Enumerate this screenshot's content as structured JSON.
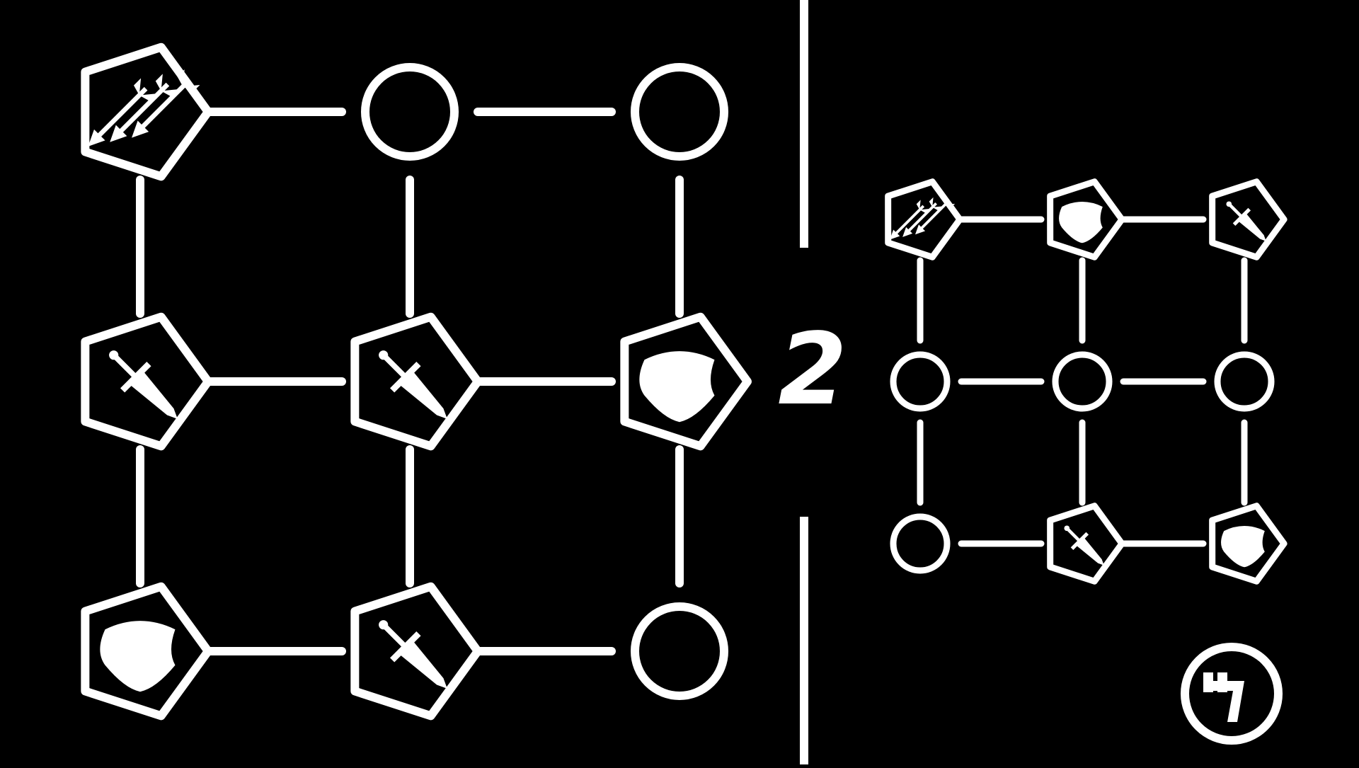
{
  "colors": {
    "background": "#000000",
    "foreground": "#ffffff"
  },
  "move_counter": "2",
  "current_board": {
    "rows": [
      [
        "arrows-icon",
        "empty",
        "empty"
      ],
      [
        "sword-icon",
        "sword-icon",
        "shield-icon"
      ],
      [
        "shield-icon",
        "sword-icon",
        "empty"
      ]
    ]
  },
  "target_board": {
    "rows": [
      [
        "arrows-icon",
        "shield-icon",
        "sword-icon"
      ],
      [
        "empty",
        "empty",
        "empty"
      ],
      [
        "empty",
        "sword-icon",
        "shield-icon"
      ]
    ]
  },
  "controls": {
    "undo_icon": "undo-icon"
  }
}
